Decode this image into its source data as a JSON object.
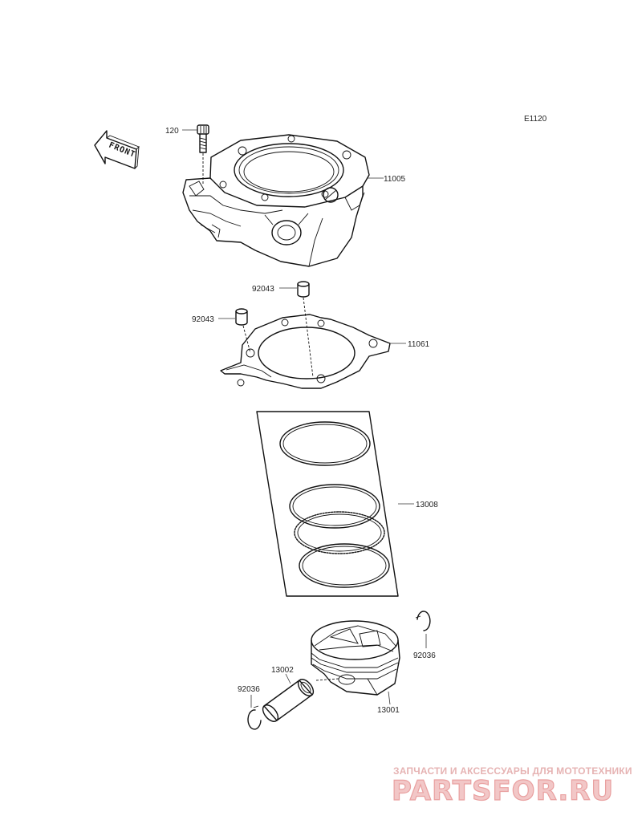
{
  "diagram_code": "E1120",
  "front_label": "FRONT",
  "parts": {
    "bolt": "120",
    "cylinder": "11005",
    "dowel_upper": "92043",
    "dowel_left": "92043",
    "gasket": "11061",
    "ring_set": "13008",
    "pin": "13002",
    "clip_right": "92036",
    "clip_left": "92036",
    "piston": "13001"
  },
  "watermark": {
    "tagline": "ЗАПЧАСТИ И АКСЕССУАРЫ ДЛЯ МОТОТЕХНИКИ",
    "logo": "PARTSFOR.RU"
  }
}
